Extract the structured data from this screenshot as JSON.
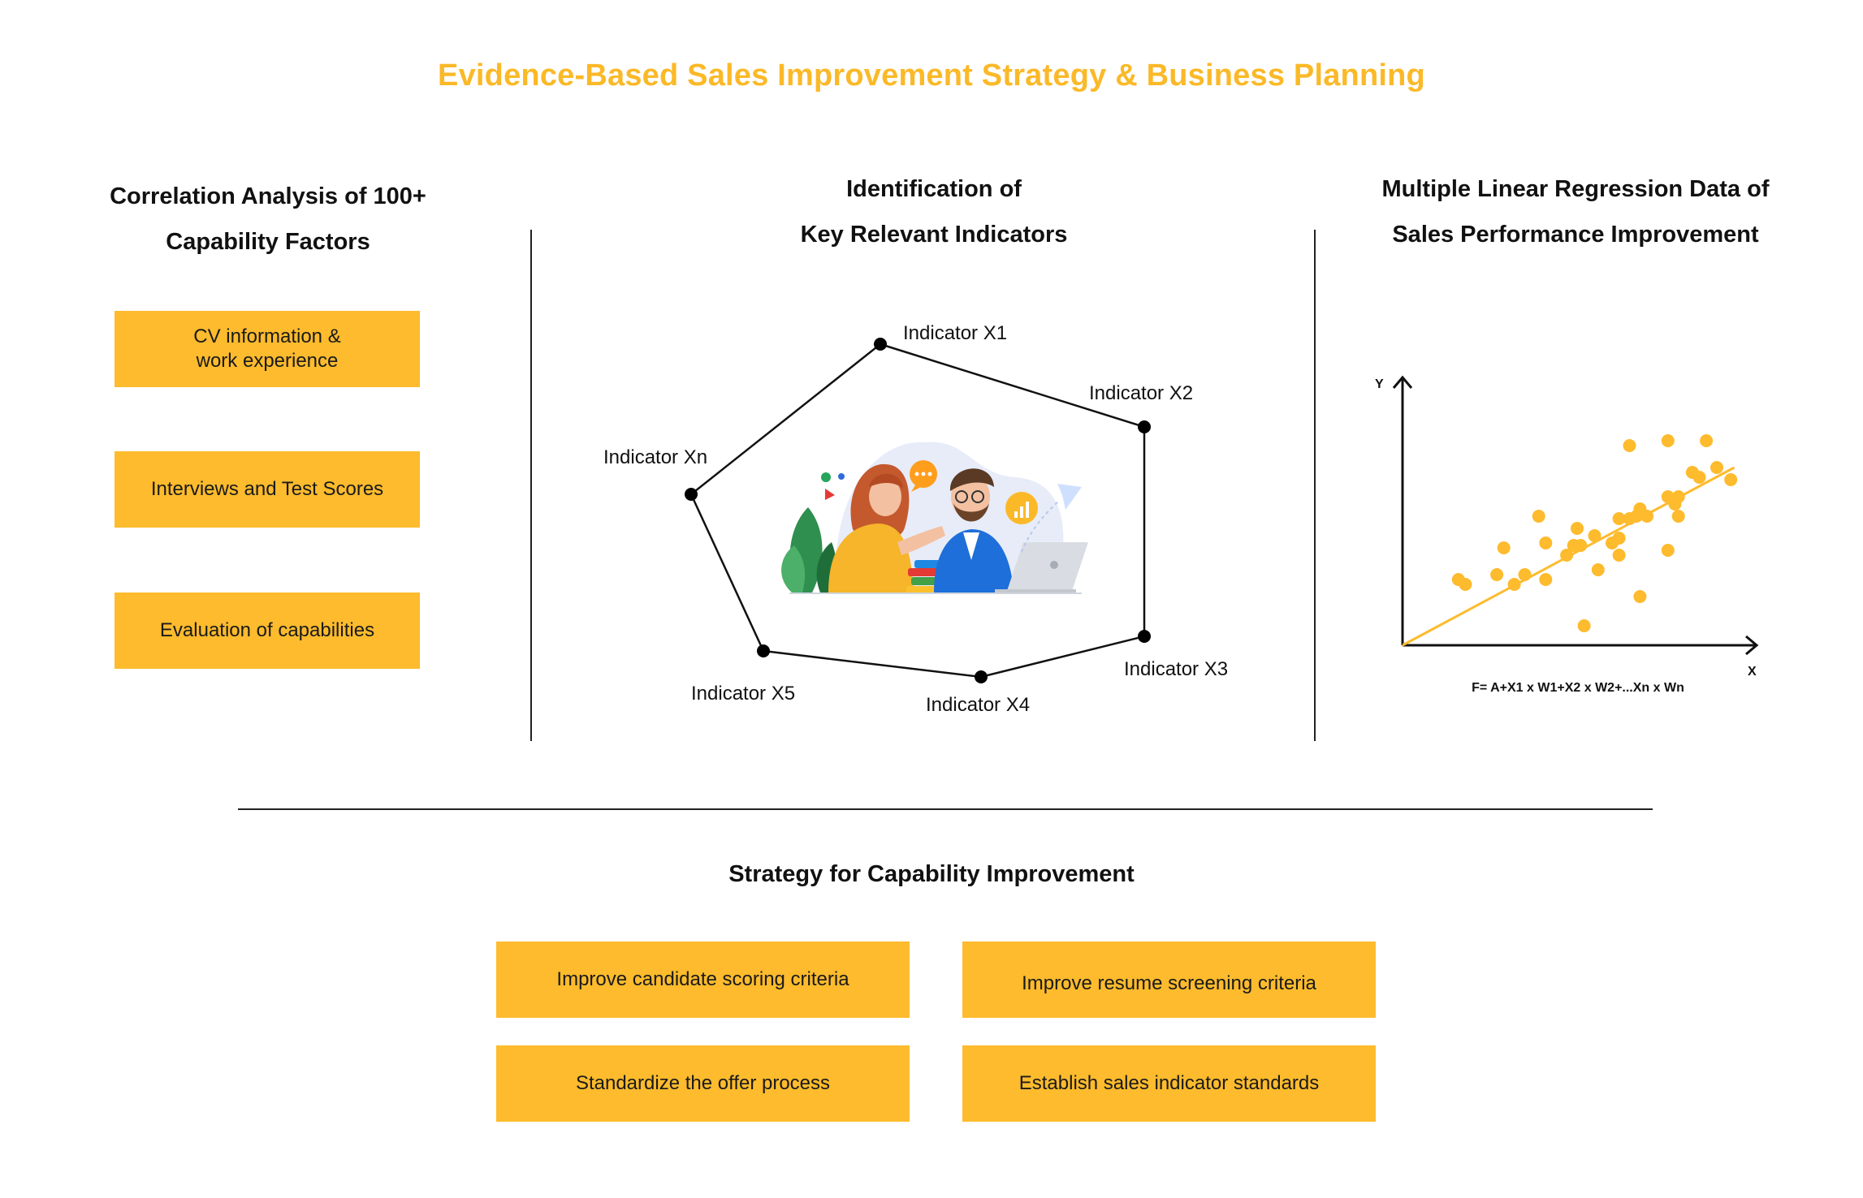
{
  "title": "Evidence-Based Sales Improvement Strategy & Business Planning",
  "colors": {
    "accent": "#fdbb2d",
    "title": "#fbb928",
    "text": "#111111",
    "line": "#222222"
  },
  "left_section": {
    "heading_line1": "Correlation Analysis of 100+",
    "heading_line2": "Capability Factors",
    "boxes": [
      "CV information &\nwork experience",
      "Interviews and Test Scores",
      "Evaluation of capabilities"
    ]
  },
  "middle_section": {
    "heading_line1": "Identification of",
    "heading_line2": "Key Relevant Indicators",
    "indicators": [
      "Indicator X1",
      "Indicator X2",
      "Indicator X3",
      "Indicator X4",
      "Indicator X5",
      "Indicator Xn"
    ],
    "illustration_icon": "team-discussion-illustration"
  },
  "right_section": {
    "heading_line1": "Multiple Linear Regression Data of",
    "heading_line2": "Sales Performance Improvement"
  },
  "bottom_section": {
    "heading": "Strategy for Capability Improvement",
    "boxes": [
      "Improve candidate scoring criteria",
      "Improve resume screening criteria",
      "Standardize the offer process",
      "Establish sales indicator standards"
    ]
  },
  "chart_data": {
    "type": "scatter",
    "xlabel": "X",
    "ylabel": "Y",
    "formula": "F= A+X1 x W1+X2 x W2+...Xn x Wn",
    "xlim": [
      0,
      100
    ],
    "ylim": [
      0,
      100
    ],
    "trendline": {
      "x": [
        0,
        95
      ],
      "y": [
        0,
        73
      ]
    },
    "points": [
      {
        "x": 16,
        "y": 27
      },
      {
        "x": 18,
        "y": 25
      },
      {
        "x": 27,
        "y": 29
      },
      {
        "x": 29,
        "y": 40
      },
      {
        "x": 32,
        "y": 25
      },
      {
        "x": 35,
        "y": 29
      },
      {
        "x": 39,
        "y": 53
      },
      {
        "x": 41,
        "y": 42
      },
      {
        "x": 41,
        "y": 27
      },
      {
        "x": 47,
        "y": 37
      },
      {
        "x": 49,
        "y": 41
      },
      {
        "x": 50,
        "y": 48
      },
      {
        "x": 51,
        "y": 41
      },
      {
        "x": 52,
        "y": 8
      },
      {
        "x": 55,
        "y": 45
      },
      {
        "x": 56,
        "y": 31
      },
      {
        "x": 60,
        "y": 42
      },
      {
        "x": 62,
        "y": 52
      },
      {
        "x": 62,
        "y": 44
      },
      {
        "x": 62,
        "y": 37
      },
      {
        "x": 65,
        "y": 82
      },
      {
        "x": 65,
        "y": 52
      },
      {
        "x": 67,
        "y": 53
      },
      {
        "x": 68,
        "y": 56
      },
      {
        "x": 68,
        "y": 20
      },
      {
        "x": 70,
        "y": 53
      },
      {
        "x": 76,
        "y": 39
      },
      {
        "x": 76,
        "y": 61
      },
      {
        "x": 76,
        "y": 84
      },
      {
        "x": 78,
        "y": 58
      },
      {
        "x": 79,
        "y": 53
      },
      {
        "x": 79,
        "y": 61
      },
      {
        "x": 83,
        "y": 71
      },
      {
        "x": 85,
        "y": 69
      },
      {
        "x": 87,
        "y": 84
      },
      {
        "x": 90,
        "y": 73
      },
      {
        "x": 94,
        "y": 68
      }
    ]
  }
}
